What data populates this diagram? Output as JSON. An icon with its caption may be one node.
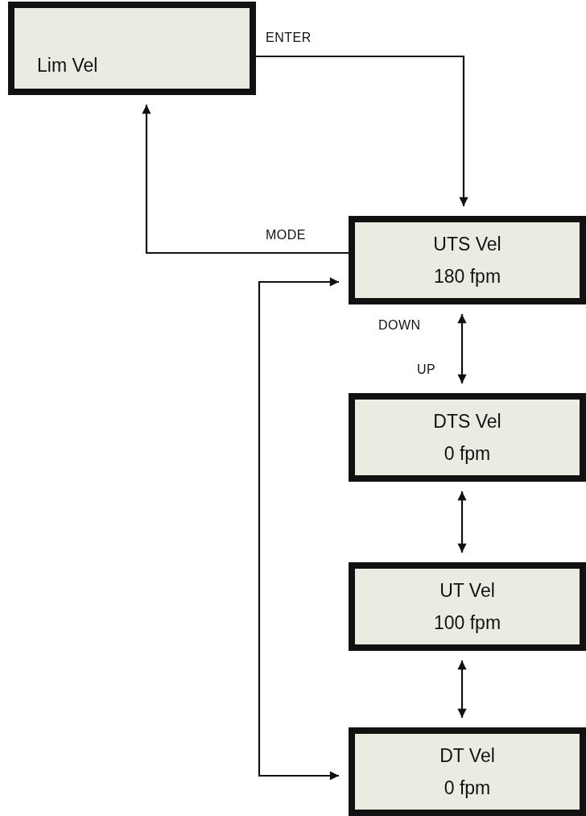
{
  "diagram": {
    "nodes": [
      {
        "text": [
          "Lim Vel"
        ]
      },
      {
        "text": [
          "UTS Vel",
          "180 fpm"
        ]
      },
      {
        "text": [
          "DTS Vel",
          "0 fpm"
        ]
      },
      {
        "text": [
          "UT Vel",
          "100 fpm"
        ]
      },
      {
        "text": [
          "DT Vel",
          "0 fpm"
        ]
      }
    ],
    "edges": [
      {
        "from": 0,
        "to": 1,
        "arrow": "to",
        "label": "ENTER"
      },
      {
        "from": 1,
        "to": 0,
        "arrow": "to",
        "label": "MODE"
      },
      {
        "from": 1,
        "to": 2,
        "arrow": "both",
        "label": "DOWN"
      },
      {
        "from": 2,
        "to": 3,
        "arrow": "both"
      },
      {
        "from": 3,
        "to": 4,
        "arrow": "both"
      },
      {
        "from": 4,
        "to": 1,
        "arrow": "both"
      }
    ],
    "labels": [
      "UP"
    ]
  }
}
